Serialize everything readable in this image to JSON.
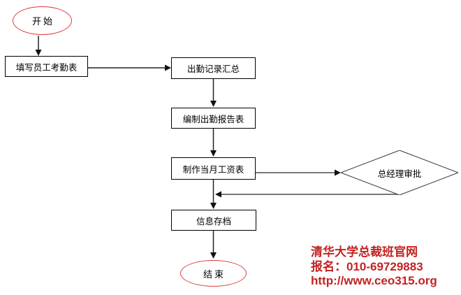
{
  "flowchart": {
    "start": {
      "label": "开始"
    },
    "steps": [
      {
        "label": "填写员工考勤表"
      },
      {
        "label": "出勤记录汇总"
      },
      {
        "label": "编制出勤报告表"
      },
      {
        "label": "制作当月工资表"
      },
      {
        "label": "信息存档"
      }
    ],
    "decision": {
      "label": "总经理审批"
    },
    "end": {
      "label": "结束"
    }
  },
  "watermark": {
    "line1": "清华大学总裁班官网",
    "line2": "报名：010-69729883",
    "line3": "http://www.ceo315.org",
    "color": "#c42222"
  },
  "colors": {
    "terminal_border": "#e03a3a",
    "process_border": "#000000",
    "connector": "#222222",
    "connector_gray": "#787878"
  }
}
